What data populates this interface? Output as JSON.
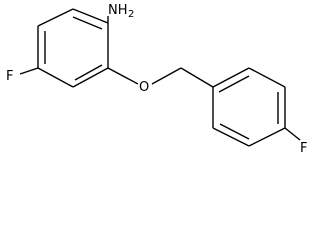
{
  "structure": {
    "labels": {
      "amine": "NH",
      "amine_subscript": "2",
      "ether_oxygen": "O",
      "fluorine_left": "F",
      "fluorine_right": "F"
    },
    "colors": {
      "bond": "#000000",
      "text": "#000000",
      "background": "#ffffff"
    }
  }
}
